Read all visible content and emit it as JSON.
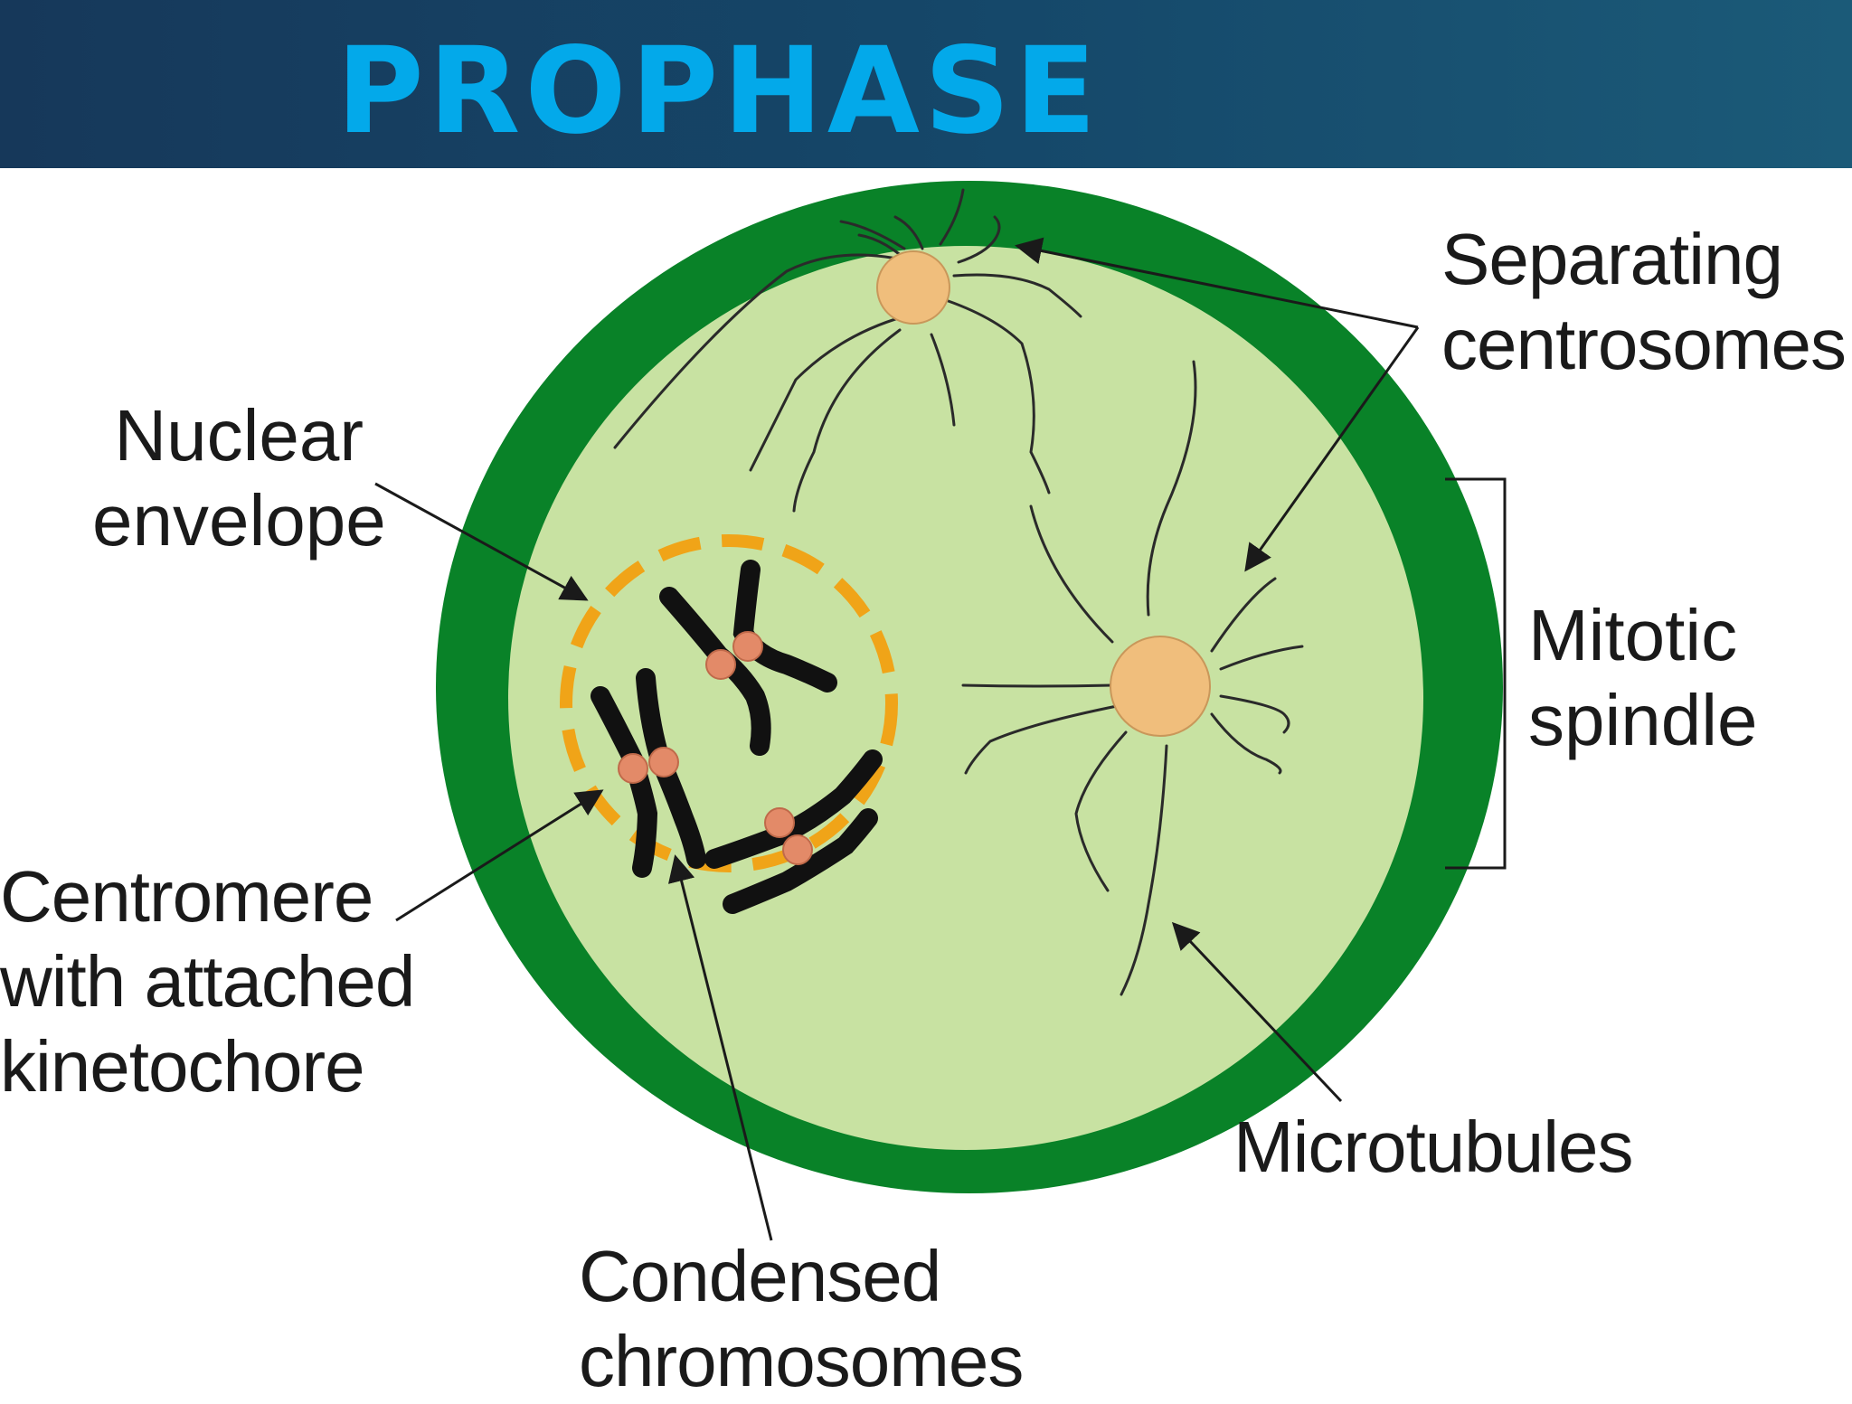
{
  "slide": {
    "title": "PROPHASE"
  },
  "diagram": {
    "labels": {
      "separating_centrosomes": [
        "Separating",
        "centrosomes"
      ],
      "nuclear_envelope": [
        "Nuclear",
        "envelope"
      ],
      "mitotic_spindle": [
        "Mitotic",
        "spindle"
      ],
      "centromere": [
        "Centromere",
        "with attached",
        "kinetochore"
      ],
      "microtubules": [
        "Microtubules"
      ],
      "condensed_chromosomes": [
        "Condensed",
        "chromosomes"
      ]
    },
    "colors": {
      "header": "#16385a",
      "title": "#03a9ea",
      "cell_wall": "#098228",
      "cytoplasm": "#c8e2a2",
      "centrosome": "#f0be7c",
      "nuclear_envelope": "#f0a418",
      "chromosome": "#111111",
      "centromere": "#e38a68"
    }
  }
}
